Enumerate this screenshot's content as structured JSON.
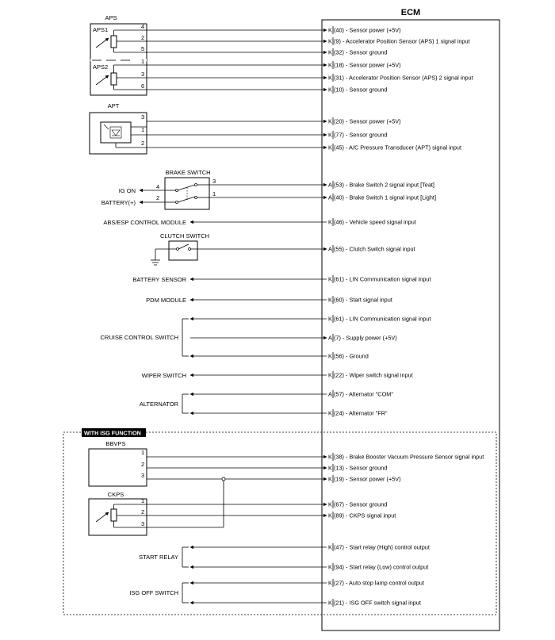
{
  "ecm": {
    "title": "ECM",
    "signals": [
      {
        "conn": "K",
        "text": "(40) - Sensor power (+5V)"
      },
      {
        "conn": "K",
        "text": "(9) - Accelerator Position Sensor (APS) 1 signal input"
      },
      {
        "conn": "K",
        "text": "(32) - Sensor ground"
      },
      {
        "conn": "K",
        "text": "(18) - Sensor power (+5V)"
      },
      {
        "conn": "K",
        "text": "(31) - Accelerator Position Sensor (APS) 2 signal input"
      },
      {
        "conn": "K",
        "text": "(10) - Sensor ground"
      },
      {
        "conn": "K",
        "text": "(20) - Sensor power (+5V)"
      },
      {
        "conn": "K",
        "text": "(77) - Sensor ground"
      },
      {
        "conn": "K",
        "text": "(45) - A/C Pressure Transducer (APT) signal input"
      },
      {
        "conn": "A",
        "text": "(53) - Brake Switch 2 signal input [Teat]"
      },
      {
        "conn": "A",
        "text": "(40) - Brake Switch 1 signal input [Light]"
      },
      {
        "conn": "K",
        "text": "(46) - Vehicle speed signal input"
      },
      {
        "conn": "A",
        "text": "(55) - Clutch Switch signal input"
      },
      {
        "conn": "K",
        "text": "(61) - LIN Communication signal input"
      },
      {
        "conn": "K",
        "text": "(60) - Start signal input"
      },
      {
        "conn": "K",
        "text": "(61) - LIN Communication signal input"
      },
      {
        "conn": "A",
        "text": "(7) - Supply power (+5V)"
      },
      {
        "conn": "K",
        "text": "(56) - Ground"
      },
      {
        "conn": "K",
        "text": "(22) - Wiper switch signal input"
      },
      {
        "conn": "A",
        "text": "(57) - Alternator \"COM\""
      },
      {
        "conn": "K",
        "text": "(24) - Alternator \"FR\""
      },
      {
        "conn": "K",
        "text": "(38) - Brake Booster Vacuum Pressure Sensor signal input"
      },
      {
        "conn": "K",
        "text": "(13) - Sensor ground"
      },
      {
        "conn": "K",
        "text": "(19) - Sensor power (+5V)"
      },
      {
        "conn": "K",
        "text": "(67) - Sensor ground"
      },
      {
        "conn": "K",
        "text": "(89) - CKPS signal input"
      },
      {
        "conn": "K",
        "text": "(47) - Start relay (High) control output"
      },
      {
        "conn": "K",
        "text": "(94) - Start relay (Low) control output"
      },
      {
        "conn": "K",
        "text": "(27) - Auto stop lamp control output"
      },
      {
        "conn": "K",
        "text": "(21) - ISG OFF switch signal input"
      }
    ]
  },
  "aps": {
    "title": "APS",
    "sensor1": "APS1",
    "sensor2": "APS2",
    "pins": [
      "4",
      "2",
      "5",
      "1",
      "3",
      "6"
    ]
  },
  "apt": {
    "title": "APT",
    "pins": [
      "3",
      "1",
      "2"
    ]
  },
  "brake_switch": {
    "title": "BRAKE SWITCH",
    "pins": [
      "4",
      "2",
      "3",
      "1"
    ],
    "ig_on": "IG ON",
    "battery": "BATTERY(+)"
  },
  "modules": {
    "abs_esp": "ABS/ESP CONTROL MODULE",
    "clutch_switch": "CLUTCH SWITCH",
    "battery_sensor": "BATTERY SENSOR",
    "pdm_module": "PDM MODULE",
    "cruise_control_switch": "CRUISE CONTROL SWITCH",
    "wiper_switch": "WIPER SWITCH",
    "alternator": "ALTERNATOR"
  },
  "isg": {
    "section_title": "WITH ISG FUNCTION",
    "bbvps": {
      "title": "BBVPS",
      "pins": [
        "1",
        "2",
        "3"
      ]
    },
    "ckps": {
      "title": "CKPS",
      "pins": [
        "1",
        "2",
        "3"
      ]
    },
    "start_relay": "START RELAY",
    "isg_off_switch": "ISG OFF SWITCH"
  }
}
